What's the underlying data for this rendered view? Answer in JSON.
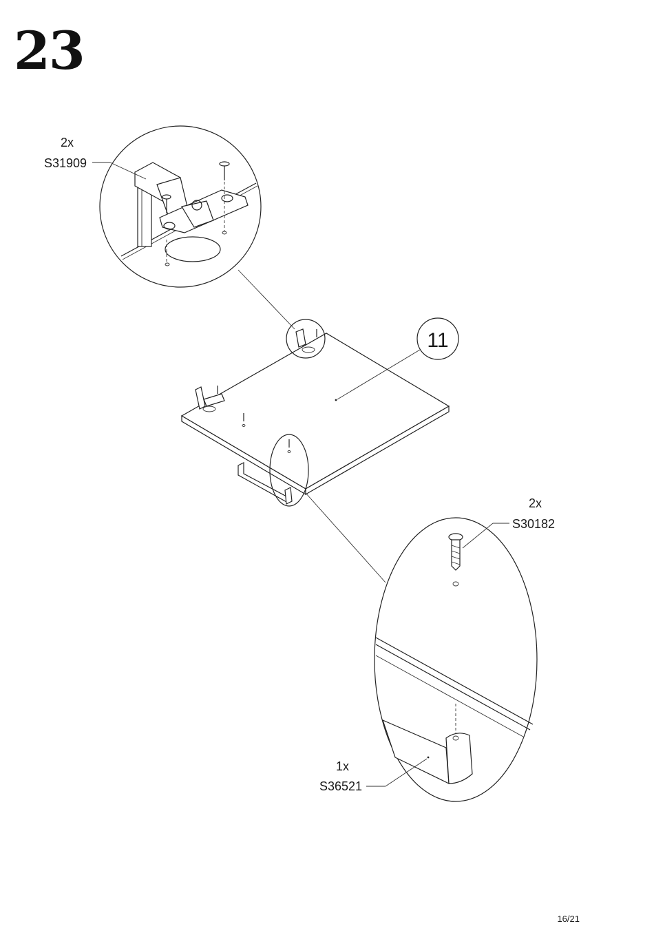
{
  "step": {
    "number": "23"
  },
  "callouts": {
    "hinge": {
      "qty": "2x",
      "code": "S31909"
    },
    "screw": {
      "qty": "2x",
      "code": "S30182"
    },
    "bracket": {
      "qty": "1x",
      "code": "S36521"
    }
  },
  "part": {
    "number": "11"
  },
  "page": {
    "label": "16/21"
  }
}
